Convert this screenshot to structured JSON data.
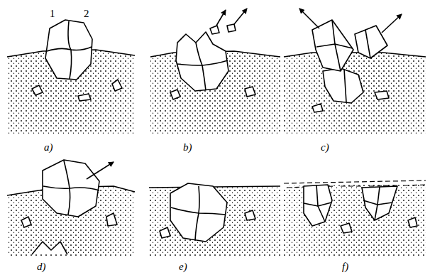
{
  "diagram": {
    "labels": [
      "1",
      "2",
      "a)",
      "b)",
      "c)",
      "d)",
      "e)",
      "f)"
    ]
  }
}
